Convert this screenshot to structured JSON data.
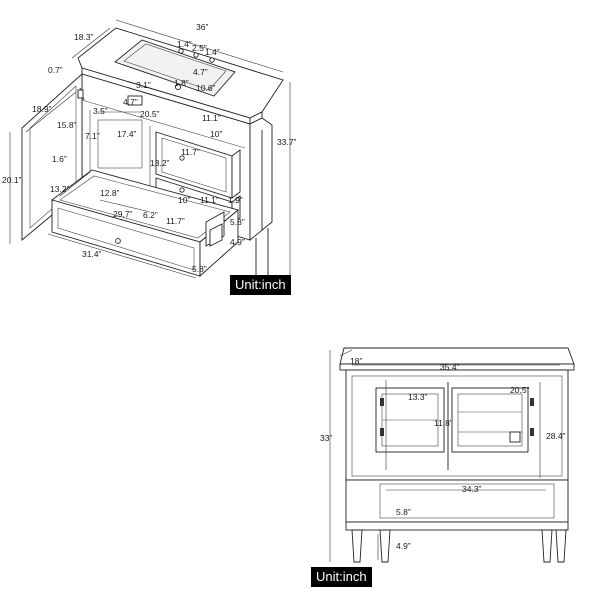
{
  "units": {
    "top": "Unit:inch",
    "bottom": "Unit:inch"
  },
  "top_view": {
    "dims": [
      "36”",
      "18.3”",
      "1.4”",
      "2.5”",
      "1.4”",
      "4.7”",
      "0.7”",
      "1.8”",
      "3.1”",
      "10.6”",
      "4.7”",
      "18.9”",
      "3.5”",
      "20.5”",
      "11.1”",
      "15.8”",
      "7.1”",
      "17.4”",
      "10”",
      "33.7”",
      "11.7”",
      "13.2”",
      "1.6”",
      "20.1”",
      "12.8”",
      "13.2”",
      "10”",
      "11.1”",
      "1.9”",
      "6.2”",
      "29.7”",
      "11.7”",
      "5.8”",
      "4.9”",
      "31.4”",
      "5.8”"
    ]
  },
  "front_view": {
    "dims": [
      "18”",
      "35.4”",
      "20.5”",
      "13.3”",
      "11.8”",
      "33”",
      "28.4”",
      "34.3”",
      "5.8”",
      "4.9”"
    ]
  }
}
